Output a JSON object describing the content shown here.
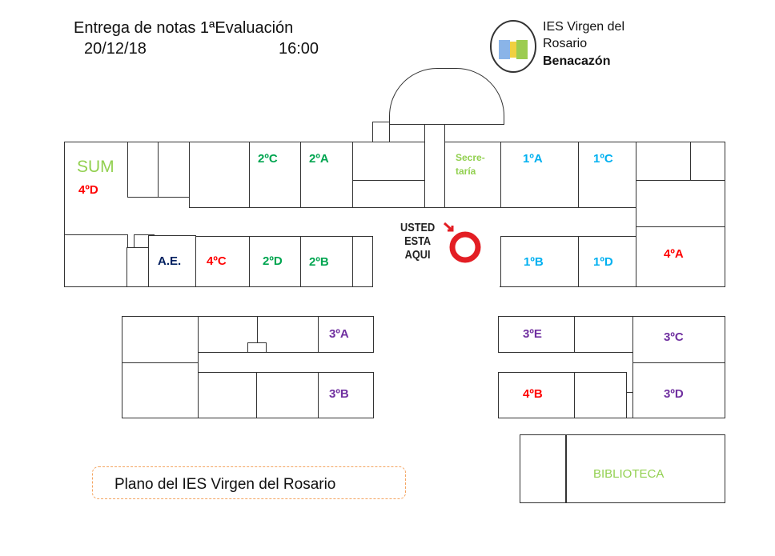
{
  "header": {
    "title": "Entrega de notas 1ªEvaluación",
    "date": "20/12/18",
    "time": "16:00"
  },
  "school": {
    "line1": "IES Virgen del",
    "line2": "Rosario",
    "town": "Benacazón",
    "logo_text": "IES Virgen del Rosario"
  },
  "marker": {
    "line1": "USTED",
    "line2": "ESTA",
    "line3": "AQUI"
  },
  "rooms": {
    "sum": "SUM",
    "d4_sum": "4ºD",
    "c2": "2ºC",
    "a2": "2ºA",
    "secretaria1": "Secre-",
    "secretaria2": "taría",
    "a1": "1ºA",
    "c1": "1ºC",
    "ae": "A.E.",
    "c4": "4ºC",
    "d2": "2ºD",
    "b2": "2ºB",
    "b1": "1ºB",
    "d1": "1ºD",
    "a4": "4ºA",
    "a3": "3ºA",
    "b3": "3ºB",
    "e3": "3ºE",
    "c3": "3ºC",
    "b4": "4ºB",
    "d3": "3ºD",
    "biblioteca": "BIBLIOTECA"
  },
  "caption": "Plano del IES Virgen del Rosario",
  "colors": {
    "green": "#00a550",
    "blue": "#00b0f0",
    "red": "#ff0000",
    "purple": "#7030a0",
    "lightgreen": "#92d050",
    "navy": "#002060"
  }
}
